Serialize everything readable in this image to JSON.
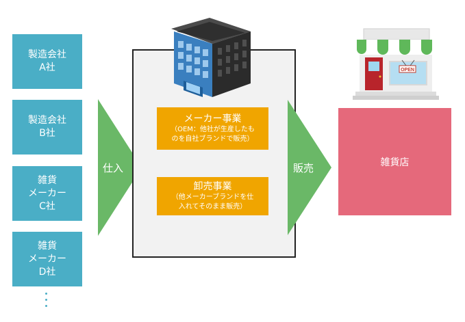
{
  "suppliers": [
    {
      "line1": "製造会社",
      "line2": "A社"
    },
    {
      "line1": "製造会社",
      "line2": "B社"
    },
    {
      "line1": "雑貨",
      "line2": "メーカー",
      "line3": "C社"
    },
    {
      "line1": "雑貨",
      "line2": "メーカー",
      "line3": "D社"
    }
  ],
  "arrows": {
    "purchase": "仕入",
    "sales": "販売"
  },
  "company": {
    "maker": {
      "title": "メーカー事業",
      "desc1": "（OEM：他社が生産したも",
      "desc2": "のを自社ブランドで販売）"
    },
    "wholesale": {
      "title": "卸売事業",
      "desc1": "（他メーカーブランドを仕",
      "desc2": "入れてそのまま販売）"
    }
  },
  "store": {
    "label": "雑貨店",
    "sign": "OPEN"
  },
  "colors": {
    "supplier": "#4aaec6",
    "arrow": "#6ab867",
    "business": "#f0a500",
    "store": "#e5697b"
  }
}
